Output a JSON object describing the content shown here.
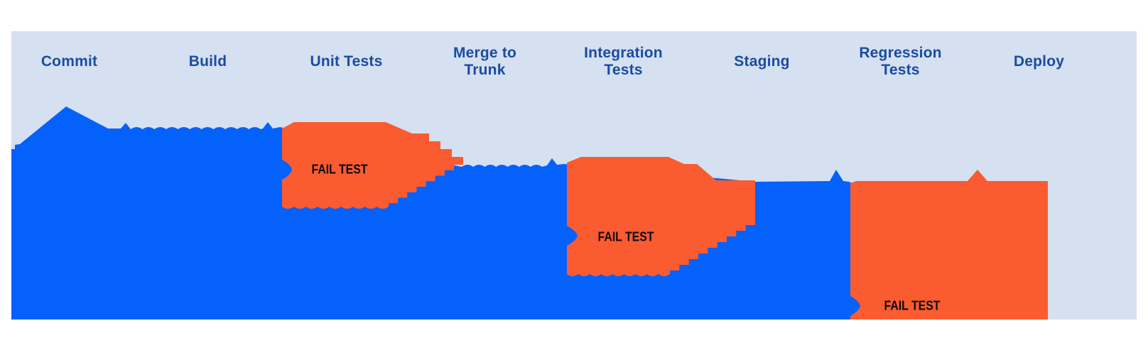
{
  "diagram": {
    "stages": [
      {
        "label": "Commit"
      },
      {
        "label": "Build"
      },
      {
        "label": "Unit Tests"
      },
      {
        "label": "Merge to Trunk"
      },
      {
        "label": "Integration Tests"
      },
      {
        "label": "Staging"
      },
      {
        "label": "Regression Tests"
      },
      {
        "label": "Deploy"
      }
    ],
    "fail_blocks": [
      {
        "stage": "Unit Tests",
        "label": "FAIL TEST"
      },
      {
        "stage": "Integration Tests",
        "label": "FAIL TEST"
      },
      {
        "stage": "Regression Tests",
        "label": "FAIL TEST"
      }
    ],
    "colors": {
      "page_background": "#FFFFFF",
      "band_background": "#D5E0F0",
      "stream_blue": "#0561FB",
      "fail_orange": "#FB5B30",
      "stage_label_text": "#1A4CA2",
      "fail_label_text": "#0B0B0B"
    }
  }
}
